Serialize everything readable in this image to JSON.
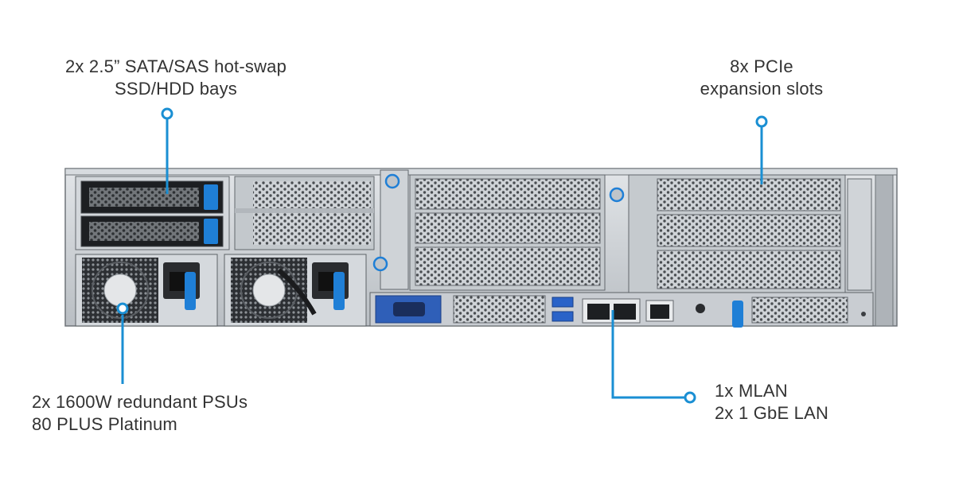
{
  "callouts": {
    "drive_bays": {
      "line1": "2x 2.5” SATA/SAS hot-swap",
      "line2": "SSD/HDD bays"
    },
    "pcie": {
      "line1": "8x PCIe",
      "line2": "expansion slots"
    },
    "psu": {
      "line1": "2x 1600W redundant PSUs",
      "line2": "80 PLUS Platinum"
    },
    "lan": {
      "line1": "1x MLAN",
      "line2": "2x 1 GbE LAN"
    }
  },
  "colors": {
    "accent": "#1a8fd3",
    "chassis": "#c9ced3",
    "chassis_dark": "#5f6468",
    "drive_release": "#1f7fd6",
    "vga_port": "#2f5fb8",
    "usb_port": "#2a63c8"
  },
  "icons": {
    "callout_marker": "ring-dot",
    "vga": "vga-port-icon",
    "usb": "usb-port-icon",
    "rj45": "rj45-port-icon",
    "fan": "fan-icon"
  }
}
